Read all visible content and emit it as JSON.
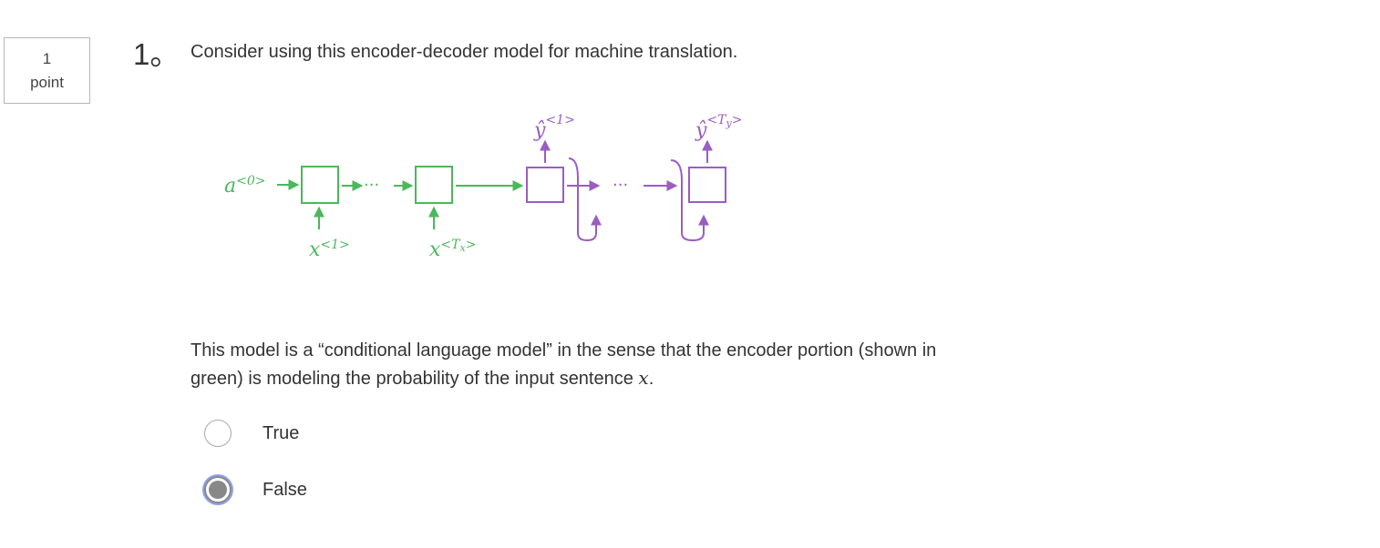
{
  "question": {
    "points_value": "1",
    "points_unit": "point",
    "number": "1。",
    "prompt": "Consider using this encoder-decoder model for machine translation.",
    "statement_part1": "This model is a “conditional language model” in the sense that the encoder portion (shown in green) is modeling the probability of the input sentence ",
    "statement_var": "x",
    "statement_end": ".",
    "options": [
      {
        "label": "True",
        "selected": false
      },
      {
        "label": "False",
        "selected": true
      }
    ]
  },
  "diagram": {
    "a0": "a",
    "a0_sup": "<0>",
    "x1": "x",
    "x1_sup": "<1>",
    "xT": "x",
    "xT_sup": "<T",
    "xT_sub": "x",
    "xT_end": ">",
    "y1": "ŷ",
    "y1_sup": "<1>",
    "yT": "ŷ",
    "yT_sup": "<T",
    "yT_sub": "y",
    "yT_end": ">",
    "dots": "···",
    "colors": {
      "encoder": "#4bb85b",
      "decoder": "#9b5cc4"
    }
  }
}
